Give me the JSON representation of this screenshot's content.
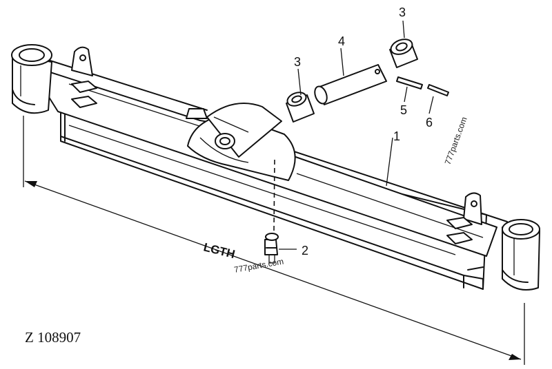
{
  "diagram": {
    "dimension_label": "LGTH",
    "drawing_code": "Z 108907",
    "watermark_1": "777parts.com",
    "watermark_2": "777parts.com",
    "callouts": [
      "1",
      "2",
      "3",
      "3",
      "4",
      "5",
      "6"
    ]
  }
}
